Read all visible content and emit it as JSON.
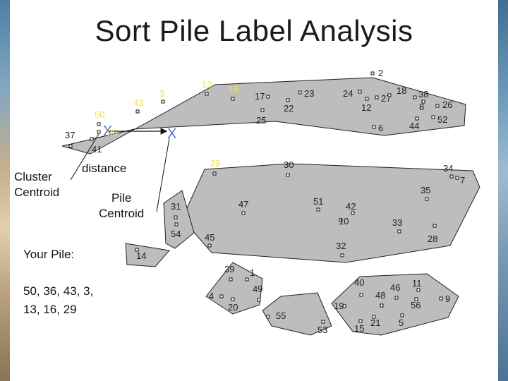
{
  "title": "Sort Pile Label Analysis",
  "colors": {
    "cluster_fill": "#bdbdbd",
    "cluster_stroke": "#222222",
    "x_mark": "#5a6fd0"
  },
  "labels": {
    "cluster_centroid": [
      "Cluster",
      "Centroid"
    ],
    "distance": "distance",
    "pile_centroid": [
      "Pile",
      "Centroid"
    ],
    "your_pile_heading": "Your Pile:",
    "your_pile_values": [
      "50, 36, 43, 3,",
      "13, 16, 29"
    ]
  },
  "markers": {
    "cluster_centroid_mark": "X",
    "pile_centroid_mark": "X"
  },
  "points": [
    {
      "id": "2",
      "shade": "dark"
    },
    {
      "id": "3",
      "shade": "yellow"
    },
    {
      "id": "13",
      "shade": "yellow"
    },
    {
      "id": "16",
      "shade": "yellow"
    },
    {
      "id": "17",
      "shade": "dark"
    },
    {
      "id": "23",
      "shade": "dark"
    },
    {
      "id": "22",
      "shade": "dark"
    },
    {
      "id": "25",
      "shade": "dark"
    },
    {
      "id": "24",
      "shade": "dark"
    },
    {
      "id": "27",
      "shade": "dark"
    },
    {
      "id": "18",
      "shade": "dark"
    },
    {
      "id": "38",
      "shade": "dark"
    },
    {
      "id": "12",
      "shade": "dark"
    },
    {
      "id": "8",
      "shade": "dark"
    },
    {
      "id": "26",
      "shade": "dark"
    },
    {
      "id": "44",
      "shade": "dark"
    },
    {
      "id": "52",
      "shade": "dark"
    },
    {
      "id": "6",
      "shade": "dark"
    },
    {
      "id": "43",
      "shade": "yellow"
    },
    {
      "id": "50",
      "shade": "yellow"
    },
    {
      "id": "37",
      "shade": "dark"
    },
    {
      "id": "36",
      "shade": "yellow"
    },
    {
      "id": "41",
      "shade": "dark"
    },
    {
      "id": "29",
      "shade": "yellow"
    },
    {
      "id": "30",
      "shade": "dark"
    },
    {
      "id": "34",
      "shade": "dark"
    },
    {
      "id": "7",
      "shade": "dark"
    },
    {
      "id": "35",
      "shade": "dark"
    },
    {
      "id": "47",
      "shade": "dark"
    },
    {
      "id": "51",
      "shade": "dark"
    },
    {
      "id": "42",
      "shade": "dark"
    },
    {
      "id": "10",
      "shade": "dark"
    },
    {
      "id": "33",
      "shade": "dark"
    },
    {
      "id": "31",
      "shade": "dark"
    },
    {
      "id": "54",
      "shade": "dark"
    },
    {
      "id": "45",
      "shade": "dark"
    },
    {
      "id": "28",
      "shade": "dark"
    },
    {
      "id": "32",
      "shade": "dark"
    },
    {
      "id": "14",
      "shade": "dark"
    },
    {
      "id": "39",
      "shade": "dark"
    },
    {
      "id": "1",
      "shade": "dark"
    },
    {
      "id": "4",
      "shade": "dark"
    },
    {
      "id": "49",
      "shade": "dark"
    },
    {
      "id": "20",
      "shade": "dark"
    },
    {
      "id": "55",
      "shade": "dark"
    },
    {
      "id": "53",
      "shade": "dark"
    },
    {
      "id": "40",
      "shade": "dark"
    },
    {
      "id": "48",
      "shade": "dark"
    },
    {
      "id": "46",
      "shade": "dark"
    },
    {
      "id": "11",
      "shade": "dark"
    },
    {
      "id": "19",
      "shade": "dark"
    },
    {
      "id": "56",
      "shade": "dark"
    },
    {
      "id": "9",
      "shade": "dark"
    },
    {
      "id": "15",
      "shade": "dark"
    },
    {
      "id": "21",
      "shade": "dark"
    },
    {
      "id": "5",
      "shade": "dark"
    }
  ]
}
